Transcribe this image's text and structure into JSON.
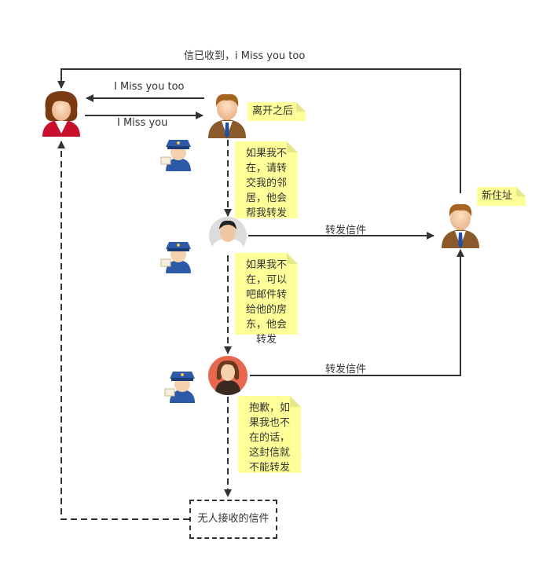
{
  "labels": {
    "top_reply": "信已收到，i Miss you too",
    "reply_left": "I Miss you too",
    "send": "I Miss you",
    "forward_1": "转发信件",
    "forward_2": "转发信件"
  },
  "tags": {
    "left_after": "离开之后",
    "new_address": "新住址"
  },
  "notes": {
    "note_1": [
      "如果我不",
      "在，请转",
      "交我的邻",
      "居，他会",
      "帮我转发"
    ],
    "note_2": [
      "如果我不",
      "在，可以",
      "吧邮件转",
      "给他的房",
      "东，他会",
      "转发"
    ],
    "note_3": [
      "抱歉，如",
      "果我也不",
      "在的话，",
      "这封信就",
      "不能转发"
    ]
  },
  "end_box": "无人接收的信件",
  "colors": {
    "line": "#333333",
    "note_bg": "#ffff99",
    "woman_red": "#c8102e",
    "man_brown": "#8b5a2b",
    "postman_blue": "#2d5aa8",
    "woman_circle": "#e8674f"
  }
}
